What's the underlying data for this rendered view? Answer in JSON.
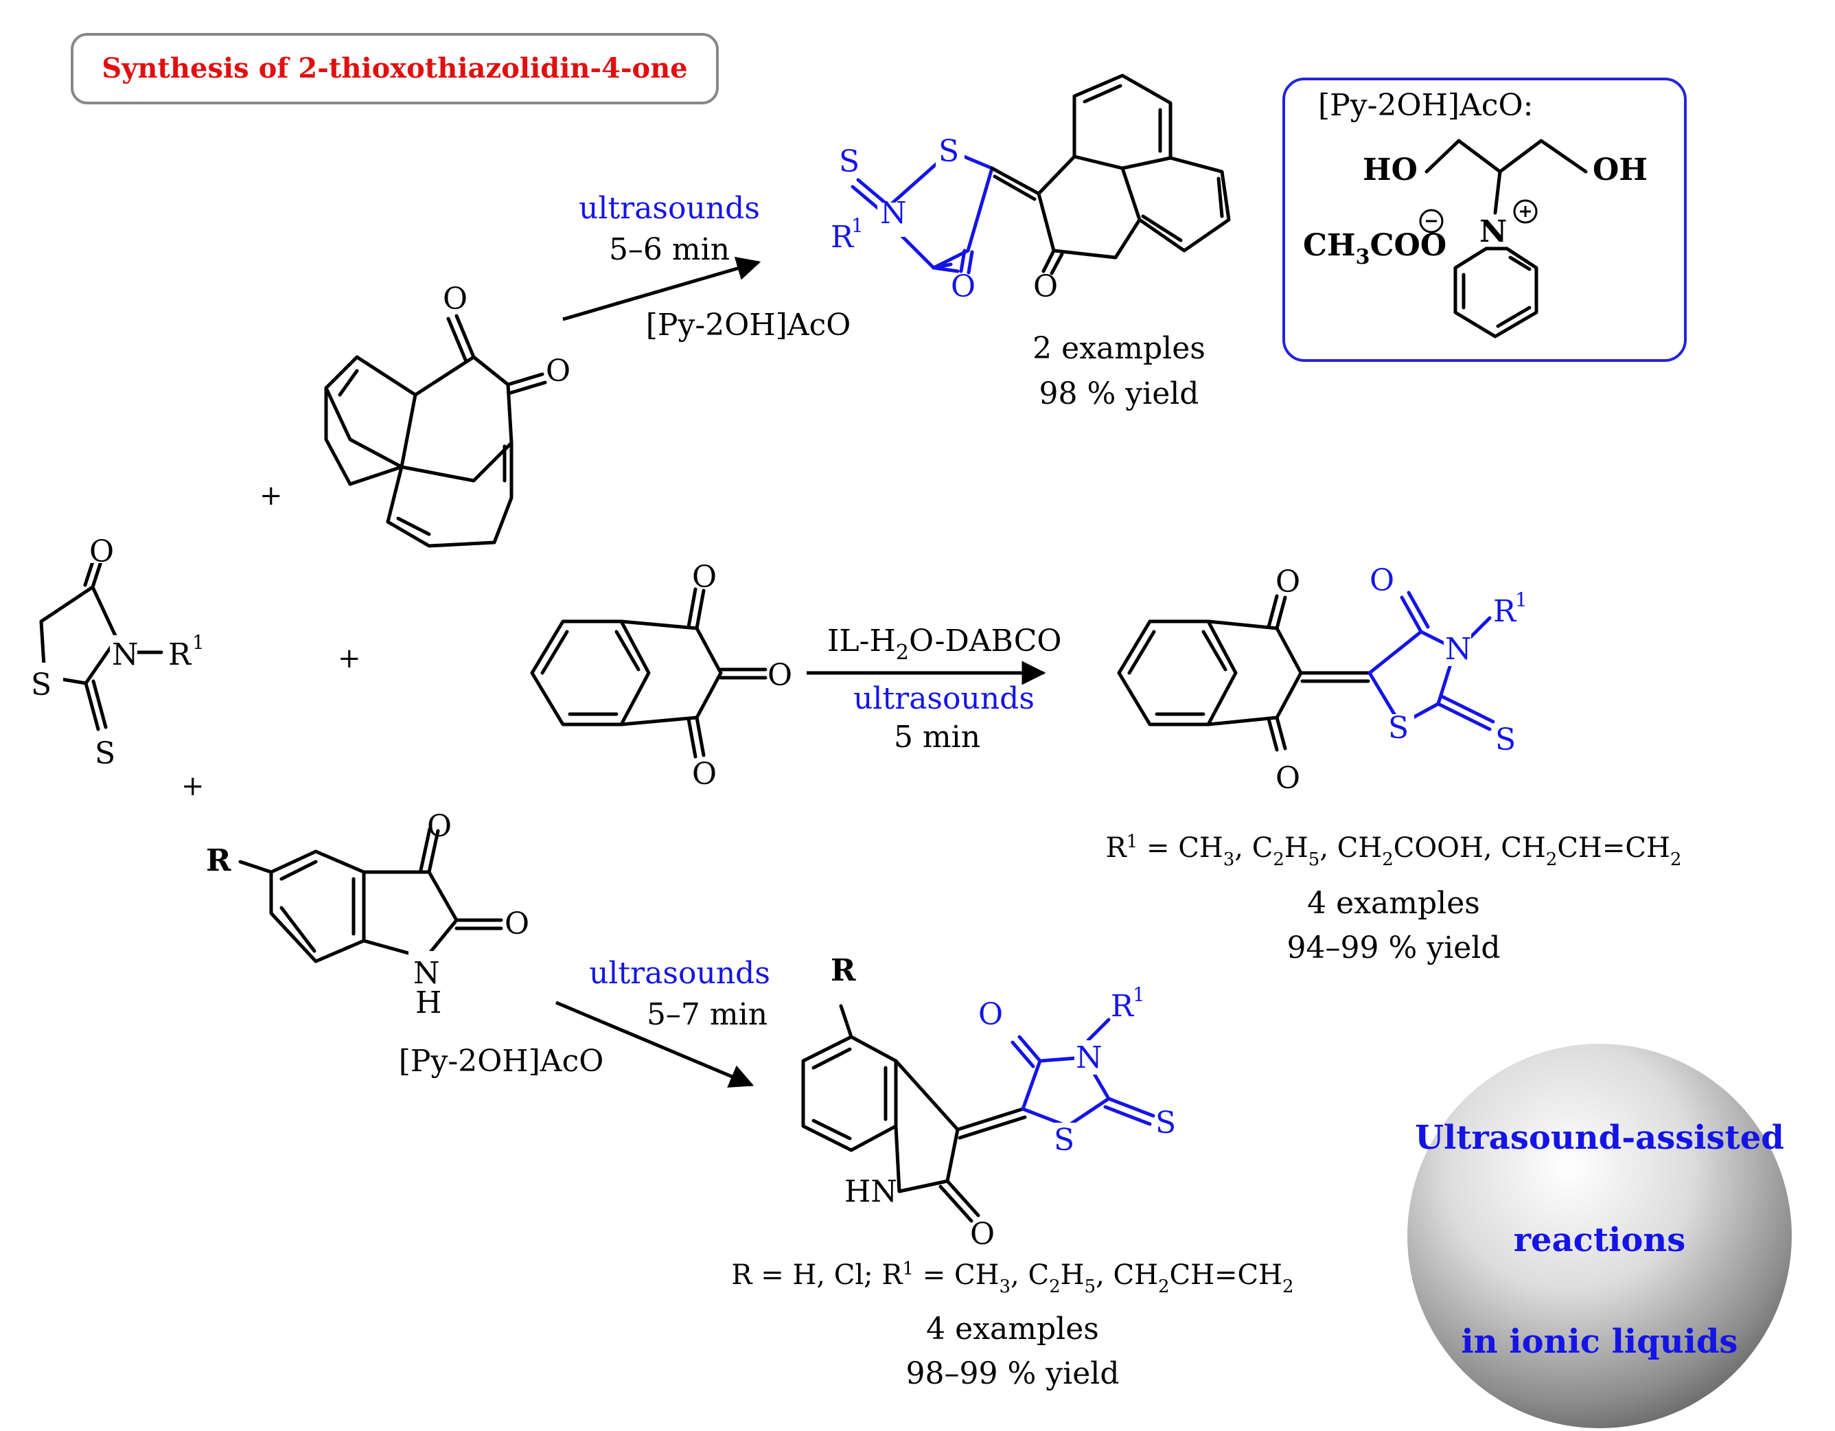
{
  "title": "Synthesis of 2-thioxothiazolidin-4-one",
  "colors": {
    "title_red": "#e01010",
    "product_blue": "#1414e6",
    "box_blue": "#2424d8",
    "box_grey": "#888888"
  },
  "atoms": {
    "O": "O",
    "S": "S",
    "N": "N",
    "R": "R",
    "NH_N": "N",
    "NH_H": "H",
    "HN": "HN",
    "R1": "R",
    "sup1": "1",
    "N_dash_R1": "N−R",
    "plus": "+"
  },
  "reaction_top": {
    "condition1": "ultrasounds",
    "condition2": "5–6 min",
    "catalyst": "[Py-2OH]AcO",
    "examples": "2 examples",
    "yield": "98 % yield"
  },
  "reaction_middle": {
    "reagent": "IL-H₂O-DABCO",
    "reagent_pre": "IL-H",
    "reagent_sub": "2",
    "reagent_post": "O-DABCO",
    "condition1": "ultrasounds",
    "condition2": "5 min",
    "substituents_plain": "R1 = CH3, C2H5, CH2COOH, CH2CH=CH2",
    "examples": "4 examples",
    "yield": "94–99 % yield"
  },
  "reaction_bottom": {
    "condition1": "ultrasounds",
    "condition2": "5–7 min",
    "catalyst": "[Py-2OH]AcO",
    "substituents_plain": "R = H, Cl; R1 = CH3, C2H5, CH2CH=CH2",
    "examples": "4 examples",
    "yield": "98–99 % yield"
  },
  "ionic_liquid_box": {
    "name": "[Py-2OH]AcO:",
    "ho_left": "HO",
    "oh_right": "OH",
    "acetate": "CH₃COO",
    "acetate_pre": "CH",
    "acetate_sub": "3",
    "acetate_post": "COO",
    "n_plus": "N"
  },
  "sphere": {
    "line1": "Ultrasound-assisted",
    "line2": "reactions",
    "line3": "in ionic liquids"
  }
}
